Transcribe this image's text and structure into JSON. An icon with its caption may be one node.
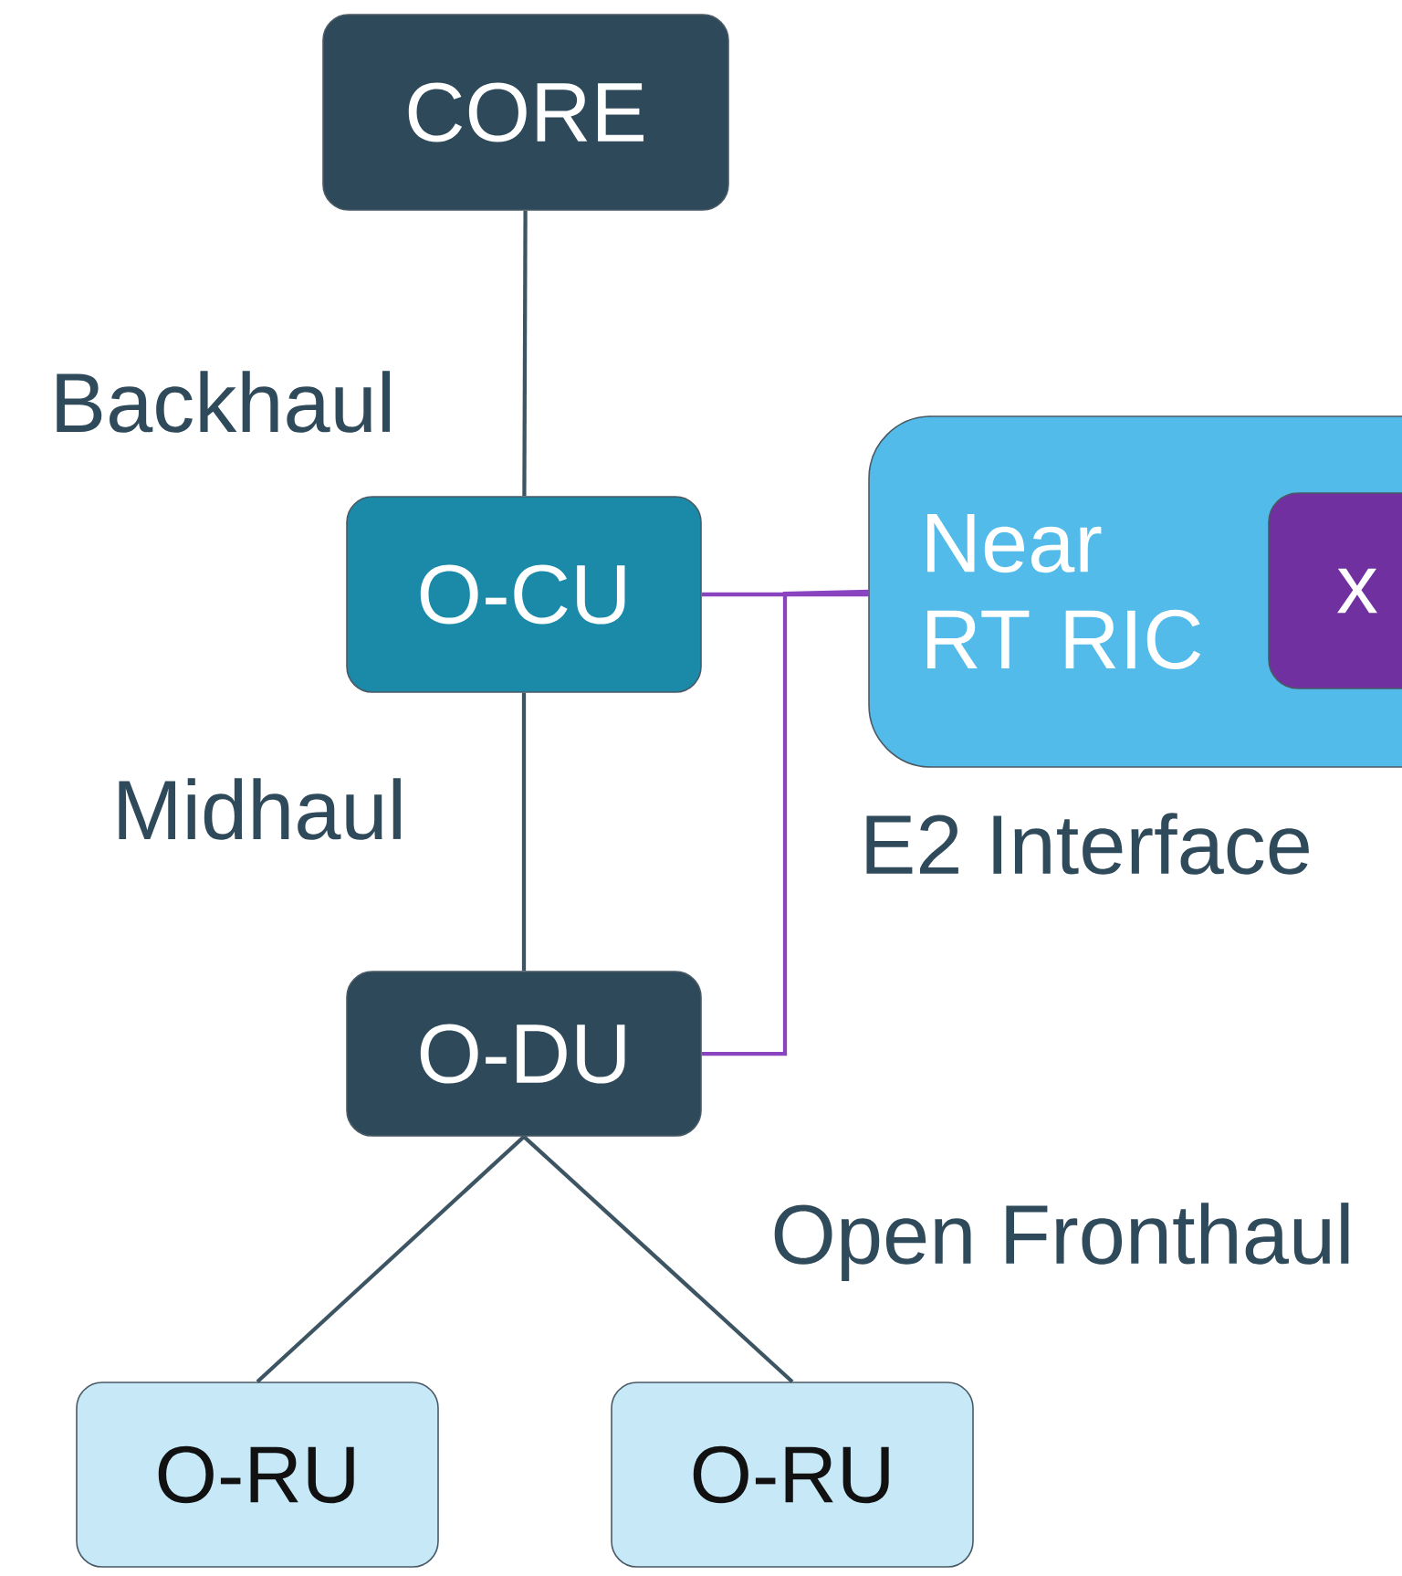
{
  "diagram": {
    "nodes": [
      {
        "text": [
          "CORE"
        ]
      },
      {
        "text": [
          "O-CU"
        ]
      },
      {
        "text": [
          "Near RT RIC"
        ]
      },
      {
        "text": [
          "x"
        ],
        "in": 2
      },
      {
        "text": [
          "O-DU"
        ]
      },
      {
        "text": [
          "O-RU"
        ]
      },
      {
        "text": [
          "O-RU"
        ]
      }
    ],
    "edges": [
      {
        "from": 0,
        "to": 1,
        "arrow": "none"
      },
      {
        "from": 1,
        "to": 2,
        "arrow": "none",
        "color": "#8a44c0"
      },
      {
        "from": 4,
        "to": 2,
        "arrow": "none",
        "color": "#8a44c0"
      },
      {
        "from": 1,
        "to": 4,
        "arrow": "none"
      },
      {
        "from": 4,
        "to": 5,
        "arrow": "none"
      },
      {
        "from": 4,
        "to": 6,
        "arrow": "none"
      }
    ],
    "labels": [
      "Backhaul",
      "Midhaul",
      "E2 Interface",
      "Open Fronthaul"
    ]
  }
}
